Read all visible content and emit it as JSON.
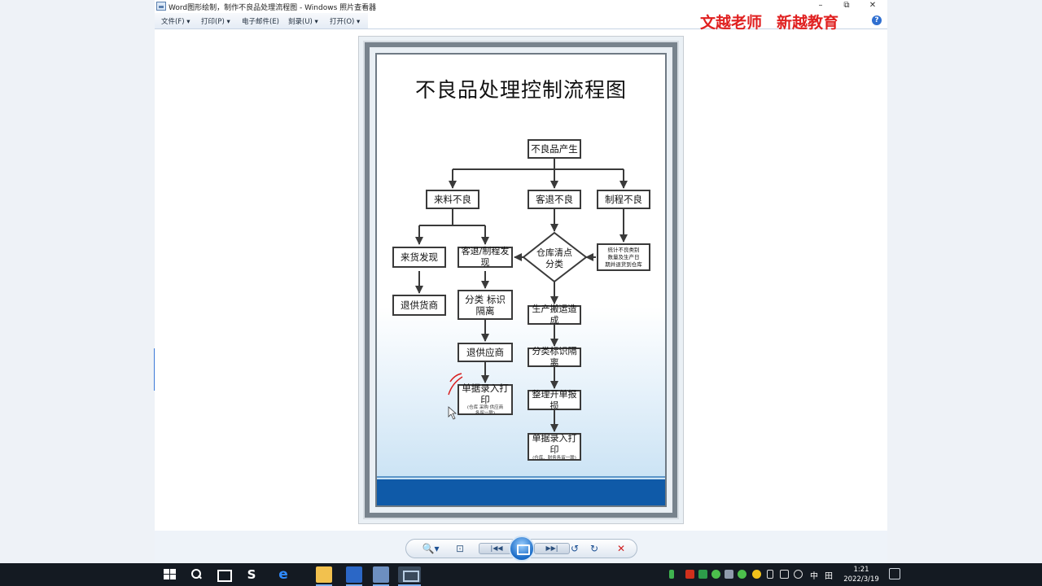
{
  "window": {
    "title": "Word图形绘制，制作不良品处理流程图 - Windows 照片查看器",
    "minimize": "–",
    "restore": "⧉",
    "close": "✕"
  },
  "menu": {
    "items": [
      "文件(F) ▾",
      "打印(P) ▾",
      "电子邮件(E)",
      "刻录(U) ▾",
      "打开(O) ▾"
    ]
  },
  "brand": {
    "teacher": "文越老师",
    "school": "新越教育"
  },
  "help_icon": "?",
  "flowchart": {
    "title": "不良品处理控制流程图",
    "nodes": {
      "start": "不良品产生",
      "incoming": "来料不良",
      "return": "客退不良",
      "process": "制程不良",
      "found_incoming": "来货发现",
      "found_return": "客退/制程发现",
      "warehouse_line1": "仓库清点",
      "warehouse_line2": "分类",
      "stats_line1": "统计不良类别",
      "stats_line2": "数量及生产日",
      "stats_line3": "期并退货到仓库",
      "return_supplier": "退供货商",
      "classify_line1": "分类 标识",
      "classify_line2": "隔离",
      "return_supplier2": "退供应商",
      "print1": "单据录入打印",
      "print1_note1": "(仓库 采购 供应商",
      "print1_note2": "各留一联)",
      "production": "生产搬运造成",
      "classify2": "分类标识隔离",
      "scrap": "整理开单报损",
      "print2": "单据录入打印",
      "print2_note": "(仓库、财务各留一联)"
    }
  },
  "viewer_toolbar": {
    "zoom": "🔍▾",
    "fit": "⊡",
    "prev": "|◀◀",
    "next": "▶▶|",
    "rotate_ccw": "↺",
    "rotate_cw": "↻",
    "delete": "✕"
  },
  "taskbar": {
    "app_s": "S",
    "app_e": "e",
    "ime_cn": "中",
    "ime_grid": "田",
    "time": "1:21",
    "date": "2022/3/19"
  },
  "colors": {
    "brand_red": "#e02020",
    "footer_blue": "#0f5aa8",
    "taskbar": "#141a22",
    "annotation_red": "#d81e1e"
  }
}
